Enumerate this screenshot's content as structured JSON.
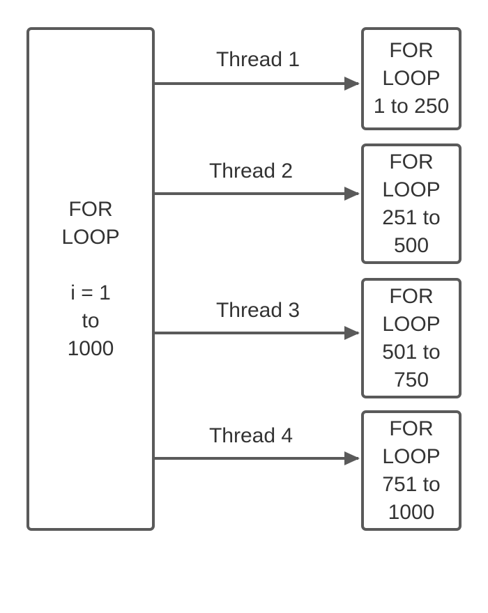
{
  "main_loop": {
    "line1": "FOR",
    "line2": "LOOP",
    "line3": "i = 1",
    "line4": "to",
    "line5": "1000"
  },
  "threads": [
    {
      "label": "Thread 1",
      "box": [
        "FOR",
        "LOOP",
        "1 to 250"
      ]
    },
    {
      "label": "Thread 2",
      "box": [
        "FOR",
        "LOOP",
        "251 to",
        "500"
      ]
    },
    {
      "label": "Thread 3",
      "box": [
        "FOR",
        "LOOP",
        "501 to",
        "750"
      ]
    },
    {
      "label": "Thread 4",
      "box": [
        "FOR",
        "LOOP",
        "751 to",
        "1000"
      ]
    }
  ],
  "colors": {
    "stroke": "#5a5a5a",
    "text": "#333333",
    "background": "#ffffff"
  }
}
